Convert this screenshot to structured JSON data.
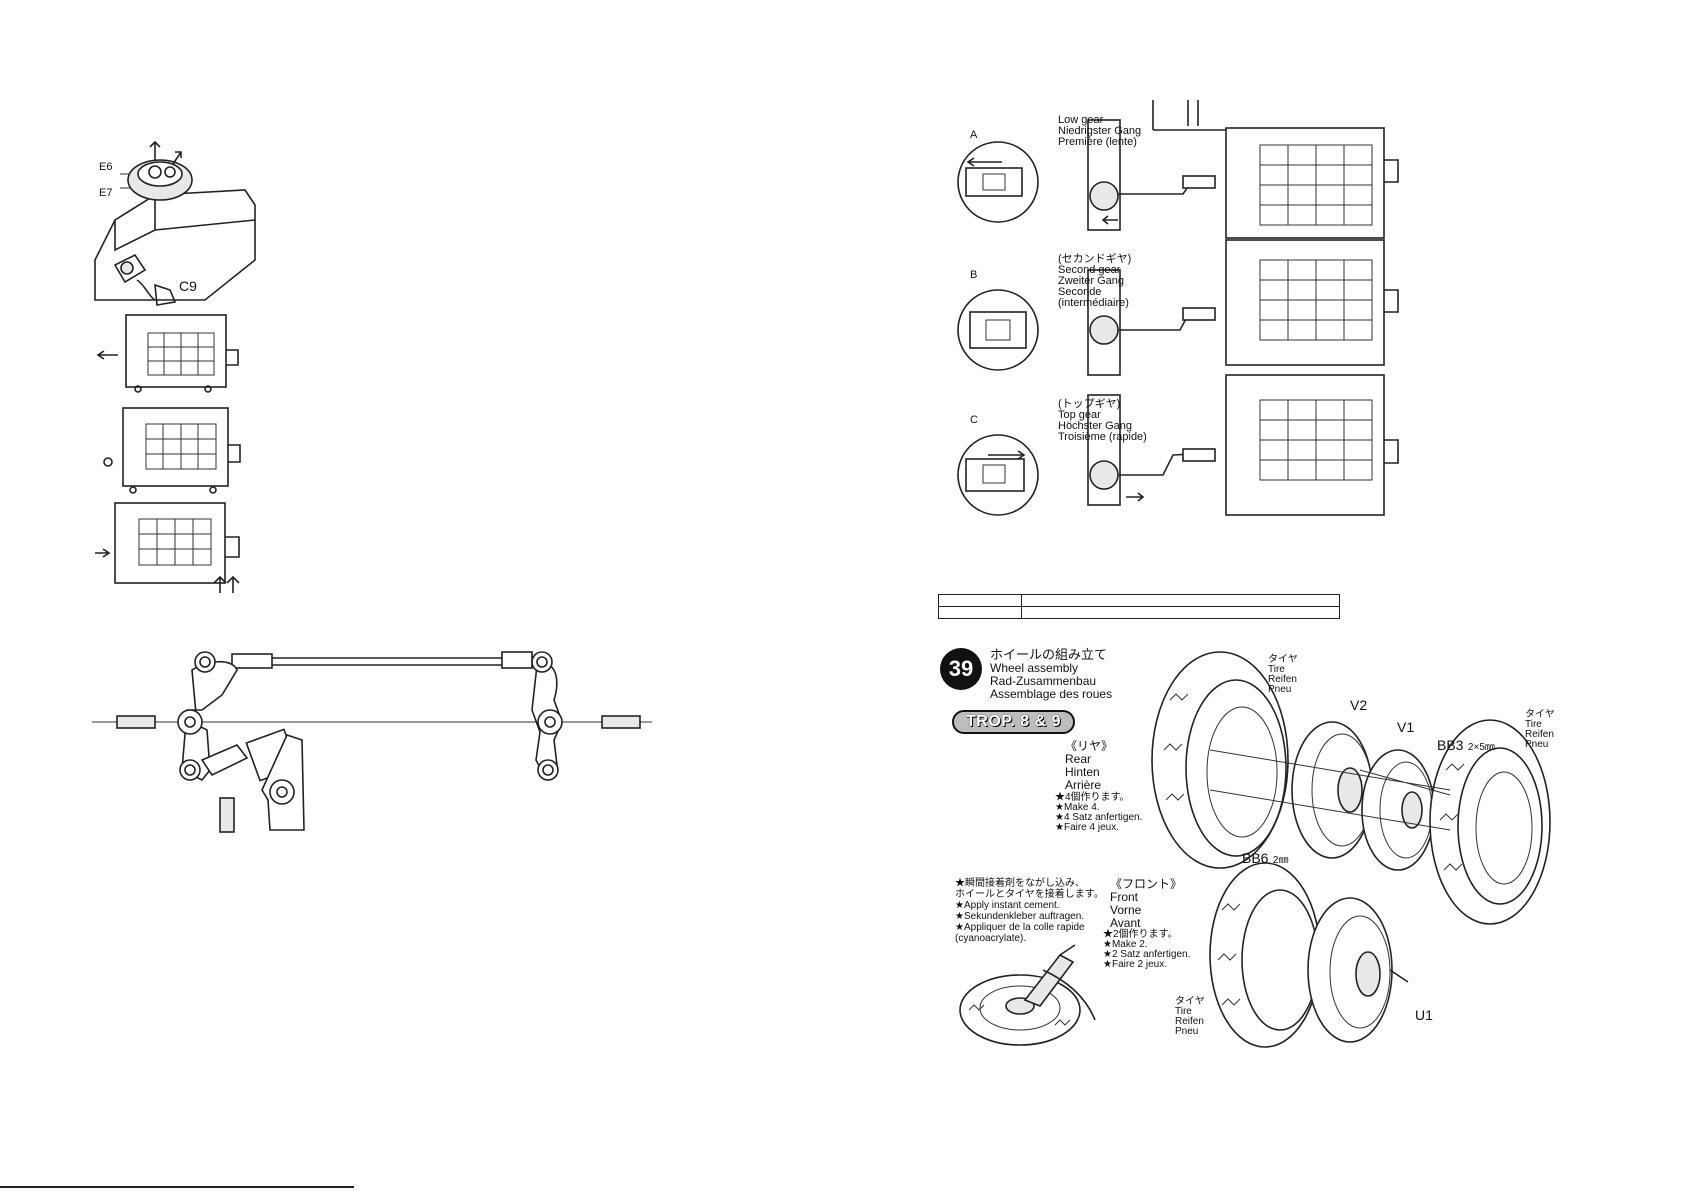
{
  "left_page": {
    "part_labels": {
      "e6": "E6",
      "e7": "E7",
      "c9": "C9"
    }
  },
  "gear_positions": [
    {
      "letter": "A",
      "lines": [
        "Low gear",
        "Niedrigster Gang",
        "Première (lente)"
      ]
    },
    {
      "letter": "B",
      "lines": [
        "(セカンドギヤ)",
        "Second gear",
        "Zweiter Gang",
        "Seconde",
        "(intermédiaire)"
      ]
    },
    {
      "letter": "C",
      "lines": [
        "(トップギヤ)",
        "Top gear",
        "Höchster Gang",
        "Troisième (rapide)"
      ]
    }
  ],
  "step39": {
    "number": "39",
    "title_lines": [
      "ホイールの組み立て",
      "Wheel assembly",
      "Rad-Zusammenbau",
      "Assemblage des roues"
    ],
    "trop_label": "TROP. 8 & 9",
    "rear": {
      "lines": [
        "《リヤ》",
        "Rear",
        "Hinten",
        "Arrière"
      ],
      "make_lines": [
        "★4個作ります。",
        "★Make 4.",
        "★4 Satz anfertigen.",
        "★Faire 4 jeux."
      ]
    },
    "front": {
      "lines": [
        "《フロント》",
        "Front",
        "Vorne",
        "Avant"
      ],
      "make_lines": [
        "★2個作ります。",
        "★Make 2.",
        "★2 Satz anfertigen.",
        "★Faire 2 jeux."
      ]
    },
    "cement_lines": [
      "★瞬間接着剤をながし込み、",
      "ホイールとタイヤを接着します。",
      "★Apply instant cement.",
      "★Sekundenkleber auftragen.",
      "★Appliquer de la colle rapide",
      "(cyanoacrylate)."
    ],
    "tire_labels": [
      "タイヤ",
      "Tire",
      "Reifen",
      "Pneu"
    ],
    "parts": {
      "v2": "V2",
      "v1": "V1",
      "bb3": "BB3",
      "bb3_size": "2×5㎜",
      "bb6": "BB6",
      "bb6_size": "2㎜",
      "u1": "U1"
    }
  }
}
